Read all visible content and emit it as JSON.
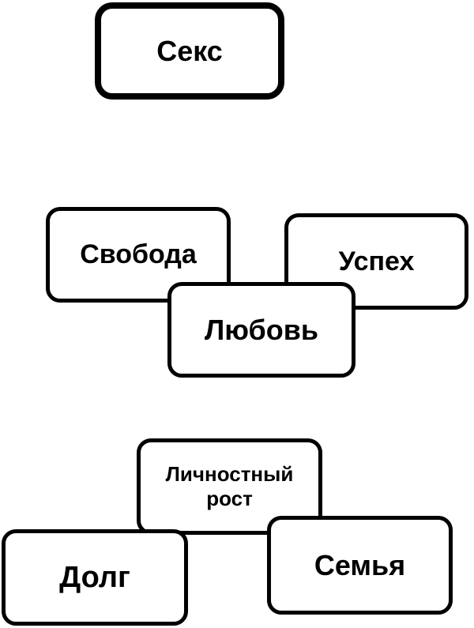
{
  "diagram": {
    "background_color": "#ffffff",
    "card_fill_color": "#ffffff",
    "card_border_color": "#000000",
    "cards": [
      {
        "id": "sex",
        "label": "Секс",
        "border_style": "thick"
      },
      {
        "id": "svoboda",
        "label": "Свобода",
        "border_style": "normal"
      },
      {
        "id": "uspekh",
        "label": "Успех",
        "border_style": "normal"
      },
      {
        "id": "lyubov",
        "label": "Любовь",
        "border_style": "normal"
      },
      {
        "id": "lichnostny-rost",
        "label": "Личностный рост",
        "border_style": "normal"
      },
      {
        "id": "dolg",
        "label": "Долг",
        "border_style": "normal"
      },
      {
        "id": "semya",
        "label": "Семья",
        "border_style": "normal"
      }
    ]
  }
}
